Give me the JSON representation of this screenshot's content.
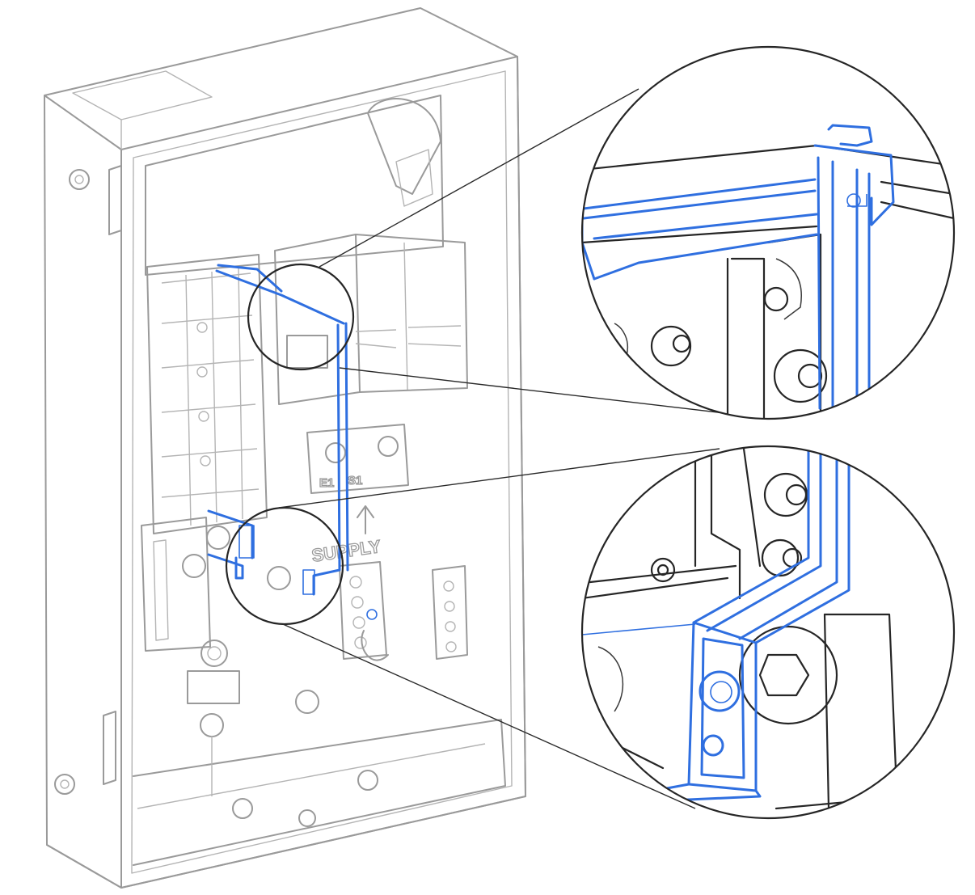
{
  "labels": {
    "supply": "SUPPLY",
    "terminal_a": "E1",
    "terminal_b": "S1"
  },
  "colors": {
    "highlight": "#2f6fe0",
    "outline": "#9a9a9a",
    "detail": "#262626"
  },
  "callouts": [
    {
      "name": "upper-bracket-detail"
    },
    {
      "name": "lower-bracket-detail"
    }
  ]
}
